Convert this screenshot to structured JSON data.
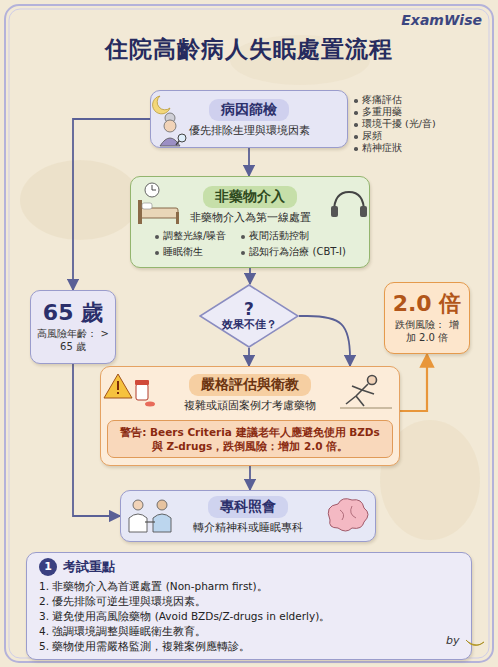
{
  "diagram": {
    "title": "住院高齡病人失眠處置流程",
    "nodes": [
      {
        "text": [
          "病因篩檢",
          "優先排除生理與環境因素"
        ]
      },
      {
        "text": [
          "非藥物介入",
          "非藥物介入為第一線處置",
          "調整光線/噪音",
          "夜間活動控制",
          "睡眠衛生",
          "認知行為治療 (CBT-I)"
        ]
      },
      {
        "text": [
          "65 歲",
          "高風險年齡： > 65 歲"
        ]
      },
      {
        "text": [
          "?",
          "效果不佳？"
        ]
      },
      {
        "text": [
          "2.0 倍",
          "跌倒風險： 增加 2.0 倍"
        ]
      },
      {
        "text": [
          "嚴格評估與衛教",
          "複雜或頑固案例才考慮藥物"
        ]
      },
      {
        "text": [
          "警告: Beers Criteria 建議老年人應避免使用 BZDs 與 Z-drugs，跌倒風險：增加 2.0 倍。"
        ],
        "in": 5
      },
      {
        "text": [
          "專科照會",
          "轉介精神科或睡眠專科"
        ]
      },
      {
        "text": [
          "1",
          "考試重點",
          "1. 非藥物介入為首選處置 (Non-pharm first)。",
          "2. 優先排除可逆生理與環境因素。",
          "3. 避免使用高風險藥物 (Avoid BZDs/Z-drugs in elderly)。",
          "4. 強調環境調整與睡眠衛生教育。",
          "5. 藥物使用需嚴格監測，複雜案例應轉診。"
        ]
      }
    ],
    "edges": [
      {
        "from": 0,
        "to": 1,
        "arrow": "to"
      },
      {
        "from": 0,
        "to": 2,
        "arrow": "to"
      },
      {
        "from": 1,
        "to": 3,
        "arrow": "to"
      },
      {
        "from": 3,
        "to": 5,
        "arrow": "to"
      },
      {
        "from": 3,
        "to": 5,
        "arrow": "to"
      },
      {
        "from": 5,
        "to": 4,
        "arrow": "to"
      },
      {
        "from": 2,
        "to": 7,
        "arrow": "to"
      },
      {
        "from": 5,
        "to": 7,
        "arrow": "to"
      }
    ],
    "labels": [
      "ExamWise",
      "疼痛評估",
      "多重用藥",
      "環境干擾 (光/音)",
      "尿頻",
      "精神症狀",
      "by"
    ]
  }
}
